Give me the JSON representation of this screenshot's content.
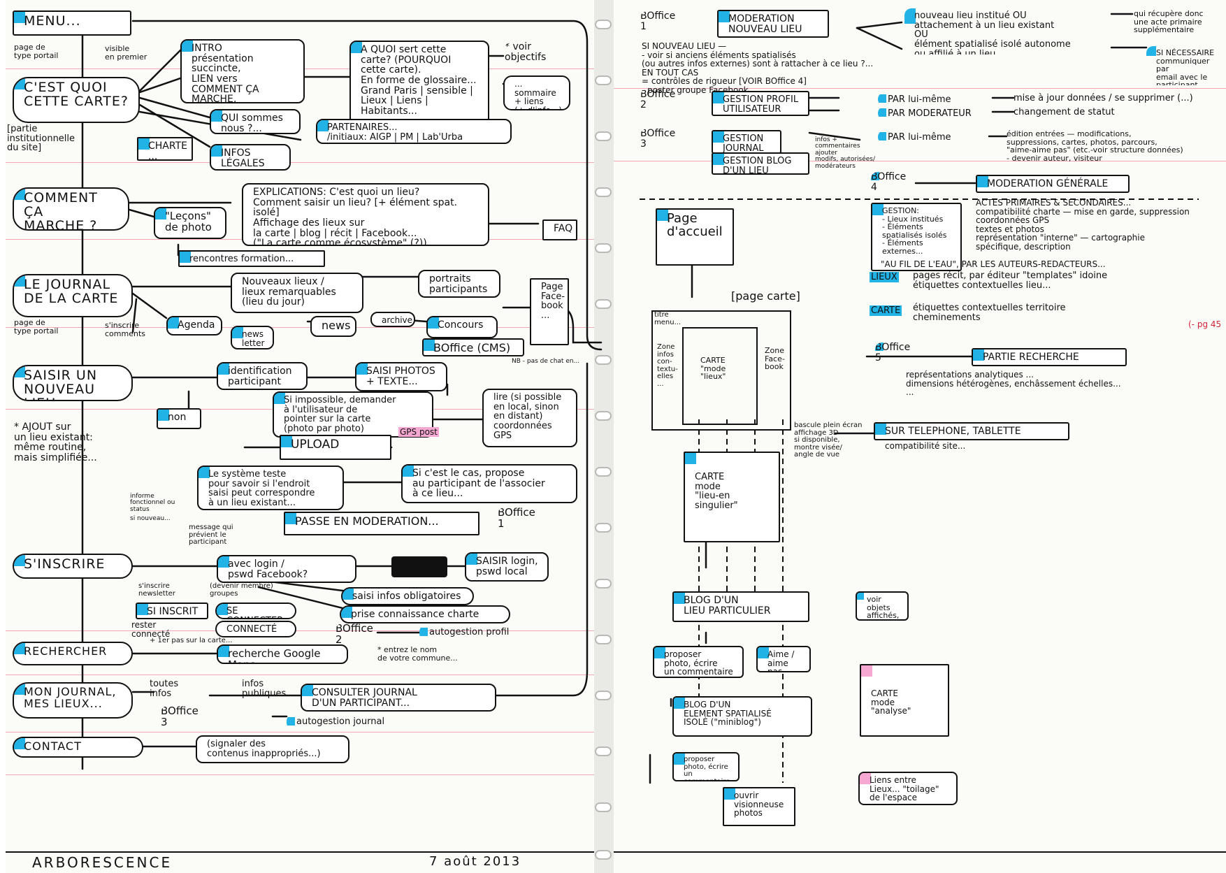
{
  "left": {
    "menu": "MENU...",
    "main_nodes": [
      "C'EST QUOI\nCETTE CARTE?",
      "COMMENT ÇA\nMARCHE ?",
      "LE JOURNAL\nDE LA CARTE",
      "SAISIR UN\nNOUVEAU LIEU",
      "S'INSCRIRE",
      "RECHERCHER",
      "MON JOURNAL,\nMES LIEUX...",
      "CONTACT"
    ],
    "side_notes": [
      "page de\ntype portail",
      "visible\nen premier",
      "[partie\ninstitutionnelle\ndu site]",
      "page de\ntype portail",
      "s'inscrire\ncomments",
      "* AJOUT sur\nun lieu existant:\nmême routine,\nmais simplifiée...",
      "informe\nfonctionnel ou\nstatus",
      "si nouveau...",
      "message qui\nprévient le\nparticipant",
      "s'inscrire\nnewsletter",
      "rester\nconnecté",
      "* entrez le nom\nde votre commune...",
      "toutes\ninfos",
      "infos\npubliques",
      "NB - pas de chat en...",
      "GPS post",
      "+ 1er pas sur la carte..."
    ],
    "nodes": {
      "intro": "INTRO\nprésentation\nsuccincte,\nLIEN vers\nCOMMENT ÇA MARCHE,\nSAISIR NOUVEAU LIEU...",
      "a_quoi": "A QUOI sert cette\ncarte? (POURQUOI\ncette carte).\nEn forme de glossaire...\nGrand Paris | sensible |\nLieux | Liens |\nHabitants...",
      "voir_objectifs": "* voir\nobjectifs",
      "sommaire": "... sommaire\n+ liens\n(+ d'info...)",
      "qui_sommes": "QUI sommes\nnous ?...",
      "partenaires": "PARTENAIRES...\n/initiaux: AIGP | PM | Lab'Urba",
      "charte": "CHARTE\n...",
      "infos_legales": "INFOS\nLÉGALES",
      "explications": "EXPLICATIONS: C'est quoi un lieu?\nComment saisir un lieu? [+ élément spat. isolé]\nAffichage des lieux sur\nla carte | blog | récit | Facebook...\n(\"La carte comme écosystème\" (?))",
      "lecons": "\"Leçons\"\nde photo",
      "faq": "FAQ",
      "rencontres": "rencontres formation...",
      "nouveaux_lieux": "Nouveaux lieux /\nlieux remarquables\n(lieu du jour)",
      "portraits": "portraits\nparticipants",
      "page_facebook": "Page\nFace-\nbook\n...",
      "agenda": "Agenda",
      "news": "news",
      "archive": "archive",
      "concours": "Concours",
      "newsletter": "news\nletter",
      "boffice_cms": "BOffice (CMS)",
      "identification": "identification\nparticipant",
      "saisi_photos": "SAISI PHOTOS\n+ TEXTE...",
      "non": "non",
      "si_impossible": "Si impossible, demander\nà l'utilisateur de\npointer sur la carte\n(photo par photo)",
      "lire": "lire (si possible\nen local, sinon\nen distant)\ncoordonnées\nGPS",
      "upload": "UPLOAD",
      "systeme_teste": "Le système teste\npour savoir si l'endroit\nsaisi peut correspondre\nà un lieu existant...",
      "si_cest": "Si c'est le cas, propose\nau participant de l'associer\nà ce lieu...",
      "passe_moderation": "PASSE EN MODERATION...",
      "boffice1": "BOffice\n1",
      "avec_login": "avec login /\npswd Facebook?",
      "saisir_login": "SAISIR login,\npswd local",
      "saisi_infos": "saisi infos obligatoires",
      "prise_connaissance": "prise connaissance charte",
      "si_inscrit": "SI INSCRIT",
      "se_connecter": "SE CONNECTER",
      "connecte": "CONNECTÉ",
      "boffice2": "BOffice\n2",
      "autogestion_profil": "autogestion profil",
      "recherche_google": "recherche Google Maps",
      "consulter_journal": "CONSULTER JOURNAL\nD'UN PARTICIPANT...",
      "boffice3": "BOffice\n3",
      "autogestion_journal": "autogestion journal",
      "signaler": "(signaler des\ncontenus inappropriés...)",
      "groupes": "(devenir membre)\ngroupes"
    },
    "footer_left": "ARBORESCENCE",
    "footer_date": "7 août 2013"
  },
  "right": {
    "boffice1_label": "BOffice\n1",
    "moderation_nouveau": "MODERATION\nNOUVEAU LIEU",
    "moderation_notes": "SI NOUVEAU LIEU —\n- voir si anciens éléments spatialisés\n(ou autres infos externes) sont à rattacher à ce lieu ?...\nEN TOUT CAS\n= contrôles de rigueur [VOIR BOffice 4]\n- poster groupe Facebook",
    "nouveau_lieu_options": "nouveau lieu institué OU\nattachement à un lieu existant\nOU\nélément spatialisé isolé autonome\nou affilié à un lieu",
    "qui_recupere": "qui récupère donc\nune acte primaire\nsupplémentaire",
    "si_necessaire": "SI NÉCESSAIRE\ncommuniquer par\nemail avec le\nparticipant",
    "boffice2_label": "BOffice\n2",
    "gestion_profil": "GESTION PROFIL\nUTILISATEUR",
    "par_lui_meme_1": "PAR lui-même",
    "par_moderateur": "PAR MODERATEUR",
    "mise_a_jour": "mise à jour données / se supprimer (...)",
    "changement_statut": "changement de statut",
    "boffice3_label": "BOffice\n3",
    "gestion_journal": "GESTION\nJOURNAL",
    "gestion_blog": "GESTION BLOG\nD'UN LIEU",
    "ajouter_infos": "infos +\ncommentaires\najouter\nmodifs, autorisées/\nmodérateurs",
    "par_lui_meme_2": "PAR lui-même",
    "edition_entrees": "édition entrées — modifications,\nsuppressions, cartes, photos, parcours,\n\"aime-aime pas\" (etc.-voir structure données)\n- devenir auteur, visiteur",
    "boffice4_label": "BOffice\n4",
    "moderation_generale": "MODERATION GÉNÉRALE",
    "gestion_list": "GESTION:\n- Lieux institués\n- Éléments\nspatialisés isolés\n- Éléments\nexternes...",
    "actes_list": "ACTES PRIMAIRES & SECONDAIRES...\ncompatibilité charte — mise en garde, suppression\ncoordonnées GPS\ntextes et photos\nreprésentation \"interne\" — cartographie\nspécifique, description",
    "au_fil": "\"AU FIL DE L'EAU\", PAR LES AUTEURS-REDACTEURS...",
    "lieux_chip": "LIEUX",
    "lieux_text": "pages récit, par éditeur \"templates\" idoine\nétiquettes contextuelles   lieu...",
    "carte_chip": "CARTE",
    "carte_text": "étiquettes contextuelles territoire\ncheminements",
    "pg45": "(- pg 45",
    "boffice5_label": "BOffice\n5",
    "partie_recherche": "PARTIE RECHERCHE",
    "representations": "représentations analytiques ...\ndimensions hétérogènes, enchâssement échelles...\n...",
    "sur_telephone": "SUR TELEPHONE, TABLETTE",
    "compatibilite_site": "compatibilité site...",
    "page_accueil": "Page\nd'accueil",
    "page_carte": "[page carte]",
    "wireframe_header": "titre\nmenu...",
    "zone_infos": "Zone\ninfos\ncon-\ntextu-\nelles\n...",
    "carte_mode_lieux": "CARTE\n\"mode\n\"lieux\"",
    "zone_facebook": "Zone\nFace-\nbook",
    "controls": "bascule plein écran\naffichage 3D\nsi disponible,\nmontre visée/\nangle de vue",
    "carte_mode_singulier": "CARTE\nmode\n\"lieu-en\nsingulier\"",
    "blog_lieu": "BLOG D'UN\nLIEU PARTICULIER",
    "voir_objets": "voir objets\naffichés,\nà voir...",
    "proposer_1": "proposer\nphoto, écrire\nun commentaire",
    "aime": "Aime /\naime pas",
    "carte_mode_analyse": "CARTE\nmode\n\"analyse\"",
    "blog_element": "BLOG D'UN\nELEMENT SPATIALISÉ\nISOLÉ (\"miniblog\")",
    "proposer_2": "proposer\nphoto, écrire\nun commentaire",
    "ouvrir": "ouvrir\nvisionneuse\nphotos",
    "liens_entre": "Liens entre\nLieux... \"toilage\"\nde l'espace"
  },
  "colors": {
    "accent": "#21b2e6",
    "highlight": "#f6a8d2",
    "ink": "#111111",
    "rules": "#f2a9b5",
    "paper": "#fbfbf8"
  }
}
